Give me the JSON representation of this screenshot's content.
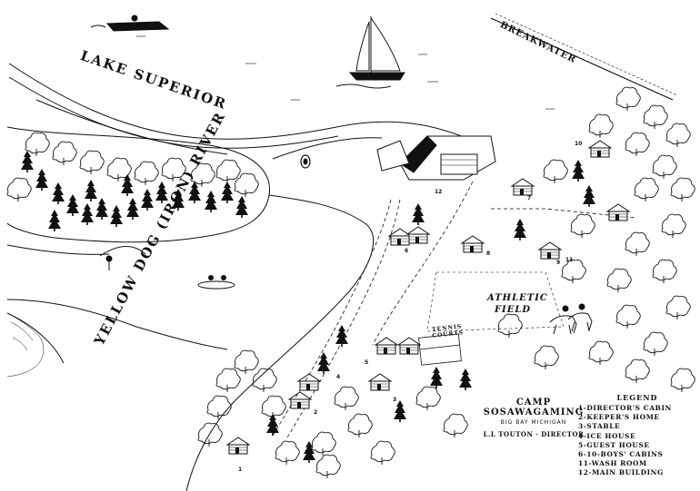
{
  "labels": {
    "lake": "LAKE SUPERIOR",
    "breakwater": "BREAKWATER",
    "river": "YELLOW DOG (IRON) RIVER",
    "athletic_field": "ATHLETIC FIELD",
    "tennis_courts": "TENNIS COURTS"
  },
  "title_block": {
    "camp_name_line1": "CAMP",
    "camp_name_line2": "SOSAWAGAMING",
    "location": "BIG BAY MICHIGAN",
    "director": "L.L TOUTON · DIRECTOR"
  },
  "legend": {
    "title": "LEGEND",
    "items": [
      {
        "label": "1-DIRECTOR'S CABIN"
      },
      {
        "label": "2-KEEPER'S HOME"
      },
      {
        "label": "3-STABLE"
      },
      {
        "label": "4-ICE HOUSE"
      },
      {
        "label": "5-GUEST HOUSE"
      },
      {
        "label": "6-10-BOYS' CABINS"
      },
      {
        "label": "11-WASH ROOM"
      },
      {
        "label": "12-MAIN BUILDING"
      }
    ]
  },
  "map_numbers": {
    "n1": "1",
    "n2": "2",
    "n3": "3",
    "n4": "4",
    "n5": "5",
    "n6": "6",
    "n7": "7",
    "n8": "8",
    "n9": "9",
    "n10": "10",
    "n11": "11",
    "n12": "12"
  }
}
